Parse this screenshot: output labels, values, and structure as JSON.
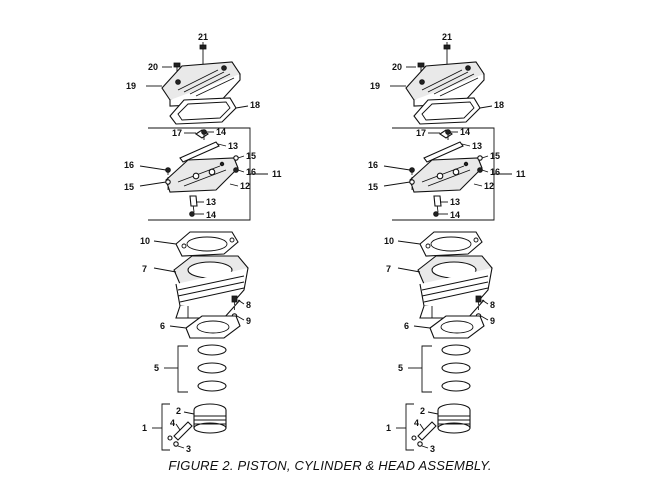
{
  "caption": "FIGURE 2. PISTON, CYLINDER & HEAD ASSEMBLY.",
  "callouts": [
    "1",
    "2",
    "3",
    "4",
    "5",
    "6",
    "7",
    "8",
    "9",
    "10",
    "11",
    "12",
    "13",
    "14",
    "15",
    "16",
    "17",
    "18",
    "19",
    "20",
    "21"
  ],
  "colors": {
    "ink": "#111111",
    "paper": "#ffffff"
  }
}
